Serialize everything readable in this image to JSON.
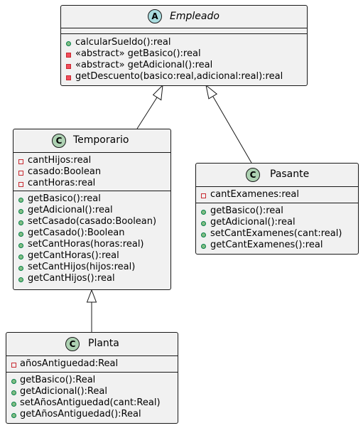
{
  "classes": {
    "empleado": {
      "name": "Empleado",
      "stereotype_icon": "A",
      "methods": [
        "calcularSueldo():real",
        "«abstract» getBasico():real",
        "«abstract» getAdicional():real",
        "getDescuento(basico:real,adicional:real):real"
      ]
    },
    "temporario": {
      "name": "Temporario",
      "stereotype_icon": "C",
      "fields": [
        "cantHijos:real",
        "casado:Boolean",
        "cantHoras:real"
      ],
      "methods": [
        "getBasico():real",
        "getAdicional():real",
        "setCasado(casado:Boolean)",
        "getCasado():Boolean",
        "setCantHoras(horas:real)",
        "getCantHoras():real",
        "setCantHijos(hijos:real)",
        "getCantHijos():real"
      ]
    },
    "pasante": {
      "name": "Pasante",
      "stereotype_icon": "C",
      "fields": [
        "cantExamenes:real"
      ],
      "methods": [
        "getBasico():real",
        "getAdicional():real",
        "setCantExamenes(cant:real)",
        "getCantExamenes():real"
      ]
    },
    "planta": {
      "name": "Planta",
      "stereotype_icon": "C",
      "fields": [
        "añosAntiguedad:Real"
      ],
      "methods": [
        "getBasico():Real",
        "getAdicional():Real",
        "setAñosAntiguedad(cant:Real)",
        "getAñosAntiguedad():Real"
      ]
    }
  },
  "colors": {
    "class_fill": "#f1f1f1",
    "border": "#181818",
    "class_badge": "#add1b2",
    "abstract_badge": "#a9dcdf",
    "public_marker": "#84be84",
    "private_marker": "#c82930"
  }
}
